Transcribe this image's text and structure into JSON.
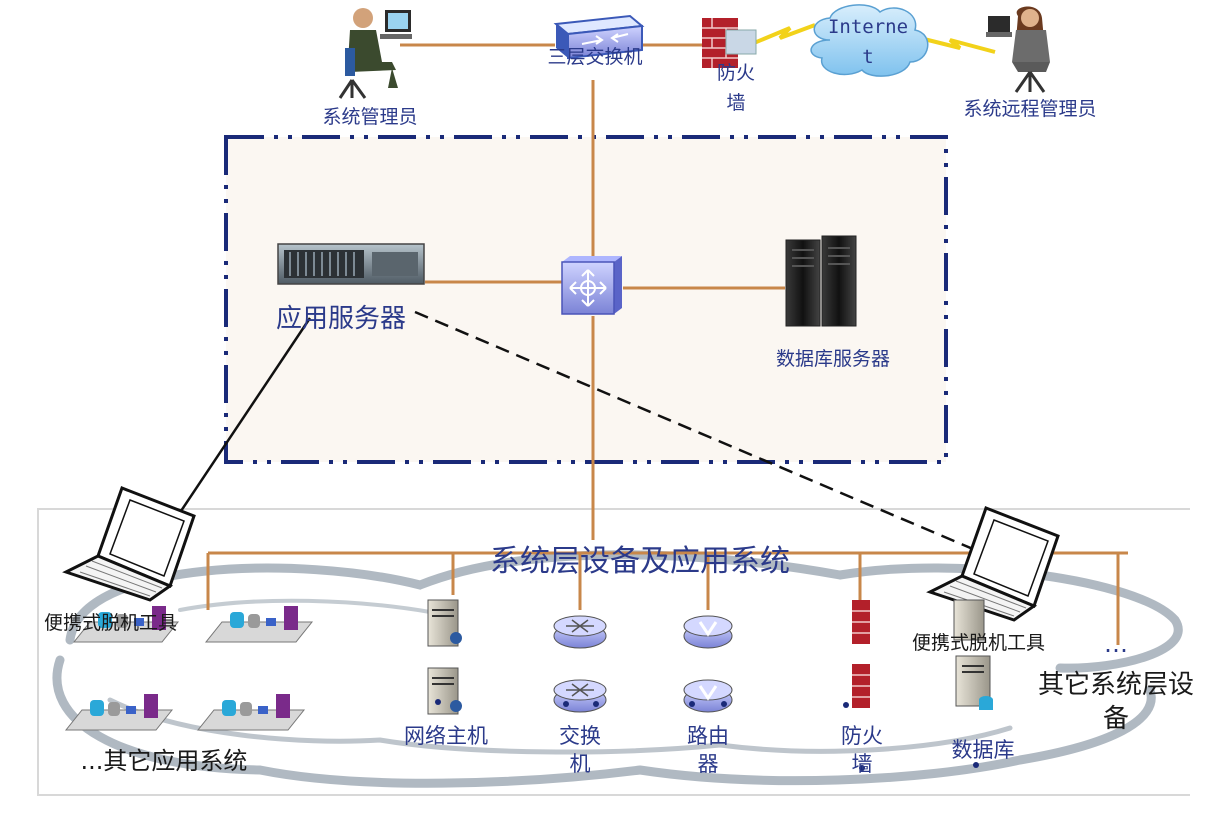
{
  "top": {
    "admin_label": "系统管理员",
    "switch_label": "三层交换机",
    "firewall_label": "防火墙",
    "internet_label": "Internet",
    "remote_admin_label": "系统远程管理员"
  },
  "dmz": {
    "app_server_label": "应用服务器",
    "db_server_label": "数据库服务器"
  },
  "system_layer": {
    "title": "系统层设备及应用系统",
    "portable_left_label": "便携式脱机工具",
    "portable_right_label": "便携式脱机工具",
    "other_apps_label": "...其它应用系统",
    "host_label": "网络主机",
    "switch_label": "交换机",
    "router_label": "路由器",
    "firewall_label": "防火墙",
    "database_label": "数据库",
    "other_devices_label": "其它系统层设备",
    "ellipsis": "…"
  },
  "colors": {
    "link_orange": "#c8874a",
    "boundary_navy": "#1a2a78",
    "label_blue": "#2b3a8a",
    "dmz_fill": "#fbf7f2",
    "cloud_gray": "#6f7f8f"
  }
}
